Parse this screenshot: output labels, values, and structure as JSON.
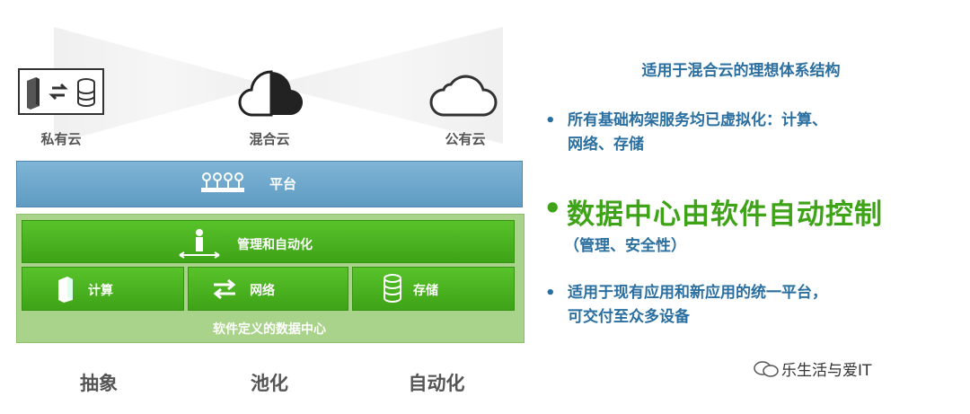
{
  "clouds": {
    "private": "私有云",
    "hybrid": "混合云",
    "public": "公有云"
  },
  "platform": {
    "label": "平台"
  },
  "management": {
    "label": "管理和自动化"
  },
  "resources": [
    {
      "label": "计算",
      "icon": "server-icon"
    },
    {
      "label": "网络",
      "icon": "network-arrows-icon"
    },
    {
      "label": "存储",
      "icon": "storage-icon"
    }
  ],
  "sddc": {
    "label": "软件定义的数据中心"
  },
  "bottom_labels": [
    "抽象",
    "池化",
    "自动化"
  ],
  "right_panel": {
    "title": "适用于混合云的理想体系结构",
    "bullet1_line1": "所有基础构架服务均已虚拟化：计算、",
    "bullet1_line2": "网络、存储",
    "bullet2_main": "数据中心由软件自动控制",
    "bullet2_sub": "（管理、安全性）",
    "bullet3_line1": "适用于现有应用和新应用的统一平台，",
    "bullet3_line2": "可交付至众多设备",
    "bullet_symbol": "•"
  },
  "watermark": "乐生活与爱IT",
  "colors": {
    "blue_text": "#2a6fa0",
    "green": "#3ea317",
    "platform_blue": "#6ea8cc",
    "panel_green": "#a9d38a"
  }
}
